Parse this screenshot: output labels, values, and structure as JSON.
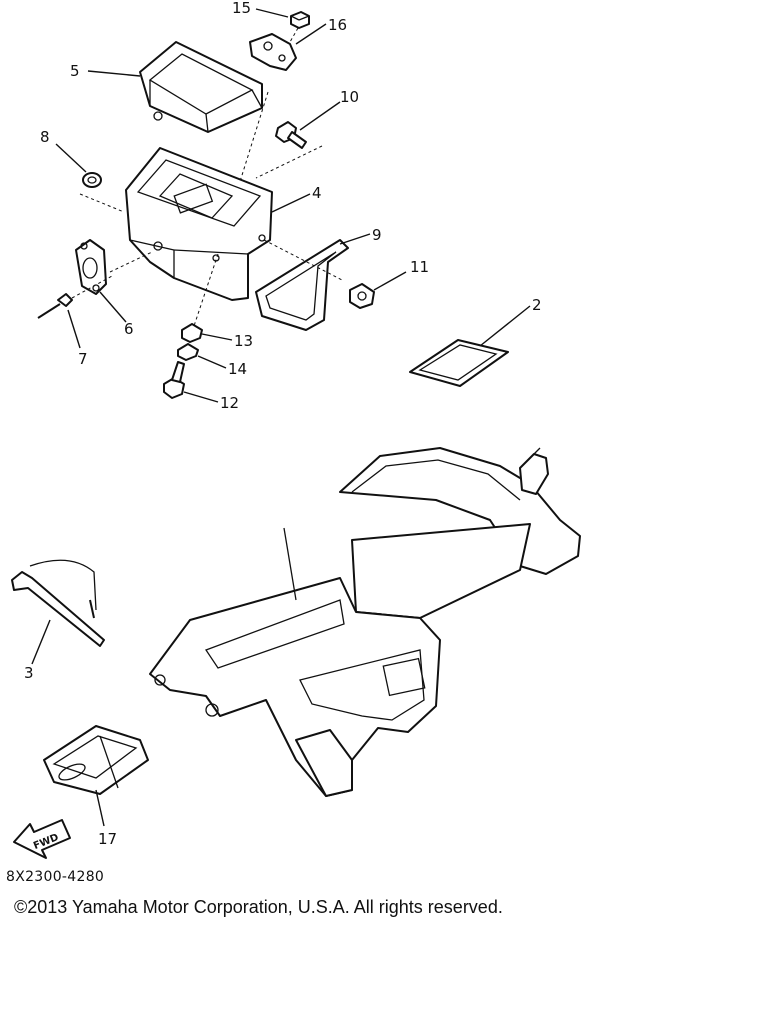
{
  "callouts": [
    {
      "id": "15",
      "text": "15"
    },
    {
      "id": "16",
      "text": "16"
    },
    {
      "id": "5",
      "text": "5"
    },
    {
      "id": "10",
      "text": "10"
    },
    {
      "id": "8",
      "text": "8"
    },
    {
      "id": "4",
      "text": "4"
    },
    {
      "id": "9",
      "text": "9"
    },
    {
      "id": "11",
      "text": "11"
    },
    {
      "id": "2",
      "text": "2"
    },
    {
      "id": "6",
      "text": "6"
    },
    {
      "id": "7",
      "text": "7"
    },
    {
      "id": "13",
      "text": "13"
    },
    {
      "id": "14",
      "text": "14"
    },
    {
      "id": "12",
      "text": "12"
    },
    {
      "id": "3",
      "text": "3"
    },
    {
      "id": "17",
      "text": "17"
    }
  ],
  "fwd_label": "FWD",
  "diagram_code": "8X2300-4280",
  "copyright": "©2013 Yamaha Motor Corporation, U.S.A. All rights reserved."
}
